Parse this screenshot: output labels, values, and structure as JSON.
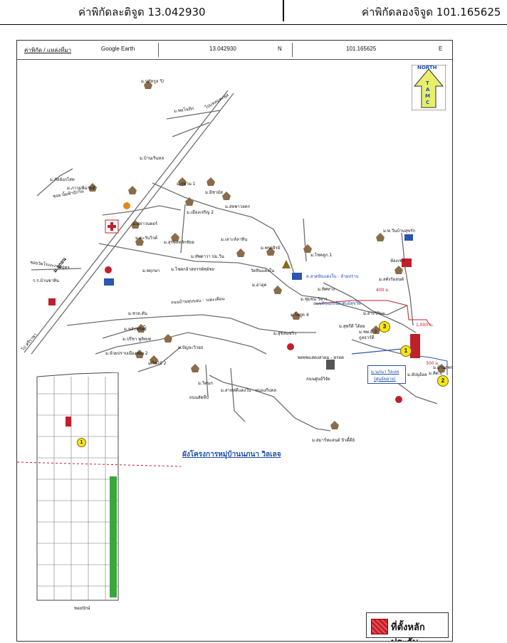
{
  "coordinates": {
    "latitude_label": "ค่าพิกัดละติจูด 13.042930",
    "longitude_label": "ค่าพิกัดลองจิจูด 101.165625"
  },
  "map_header": {
    "source_label": "ค่าพิกัด / แหล่งที่มา",
    "source_value": "Google Earth",
    "lat_value": "13.042930",
    "lat_unit": "N",
    "lon_value": "101.165625",
    "lon_unit": "E"
  },
  "north_arrow": {
    "top": "NORTH",
    "letters": [
      "T",
      "A",
      "M",
      "C"
    ]
  },
  "places": [
    "ม.ปภัทรูล วิ)",
    "ม.พอโนทิก",
    "วัดหินแดงใน",
    "ม.เลาะห์ลาหิน",
    "ม.ภัลยังภโสท",
    "ม.ภาวมพิฉายด์",
    "ม.บ้านเรินหล",
    "ม.กุพาม.1",
    "ม.มิชามัส",
    "ม.เมืองเจริญ 2",
    "ม.สหพาวลดร",
    "ม.สหาวนตอร์",
    "ม.ดะวันวิวด์",
    "ม.สุรพลหลักชัยอ",
    "ม.ทัพดาวา ปม.วิน",
    "ม.พฤกษา",
    "ม.โชคกล้าสหรรพ์ชย์ชย",
    "วัดหินแดงใน",
    "ม.โชคลูก.1",
    "ม.ทิศทาง",
    "ม.ชุ่มชน วิหาร",
    "ต.สวดหินแดงใน - ห้วยปราบ",
    "ม.ยูกอน",
    "ม.อาอุด",
    "ม.ไพรูด 4",
    "ร.ร.บ้านชาทิน",
    "ซอยวัดโรงงะภาคยูตร",
    "ม.ชวล.ตัน",
    "ถนนบ้านหุบบอน - วงตะเคียน",
    "ม.ปรีชา พูลิทเพ่",
    "ม.หลักทรัพย์",
    "ม.ห้วยปราบเมืองทอง 2",
    "ม.ปัญจะวิวอธ",
    "ม.ไพ่ไม้ 2",
    "ถนนพิรุณเหนือ-ศูนย์สุขวิท",
    "ม.ลาะวิกิบง",
    "ม.สุขสนชวิว",
    "ม.สุพรีดี โต้ยย",
    "ถูลธาร์ดี",
    "ม.ชพ.สี 3",
    "พลทพแสดงสวยม - หรอด",
    "ถนนศูนย์วิจัย",
    "ถนนสัตหีบ",
    "ม.คิด.ย่",
    "ม.วิดนก",
    "ม.สาหห่ดีแดงใน - หนองกีบตล",
    "ม.สมาร์ทแลนด์ บิวตี้ดีย์",
    "ม.พ.วันบ้านสุขรัก",
    "ห้องเช่า",
    "ม.ลตังร์มอนด์",
    "ม.บ้านสุพรรณ",
    "ม.พรดจิรย์",
    "ม.อัปยุอ้อล",
    "ซอย นิ้มฟ้าปักวิน",
    "ไปแหลมตะพุ่ส",
    "ไป ศรีราชา"
  ],
  "distances": [
    "400 ม.",
    "1,000 ม.",
    "300 ม."
  ],
  "callout": {
    "line1": "ม.นภนา วิลเลจ",
    "line2": "(ศูนย์ขยาย)"
  },
  "markers": [
    "1",
    "2",
    "3"
  ],
  "project_title": "ผังโครงการหมู่บ้านนภนา วิลเลจ",
  "plan_marker": "1",
  "plan_bottom": "ซอยปักษ์",
  "legend": {
    "label": "ที่ตั้งหลักประกัน"
  },
  "colors": {
    "road": "#6e6e6e",
    "river_blue": "#2a55b0",
    "plot_red": "#c0202a",
    "green_strip": "#3aa640",
    "marker_yellow": "#f5e51a"
  }
}
